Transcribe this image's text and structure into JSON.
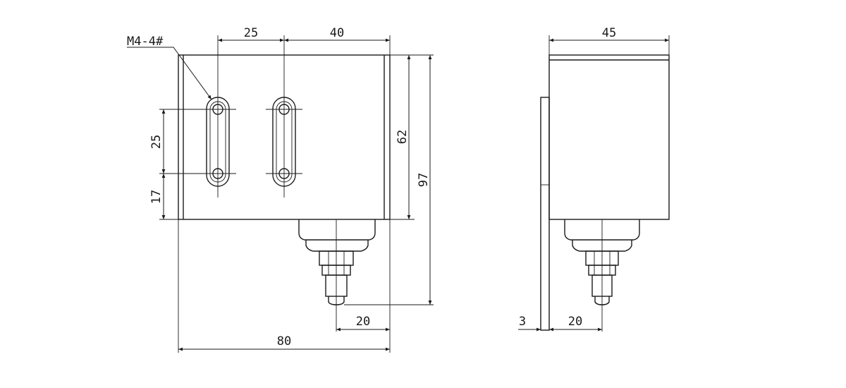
{
  "drawing": {
    "colors": {
      "line": "#1a1a1a",
      "background": "#ffffff"
    },
    "front_view": {
      "callout": "M4-4#",
      "dims": {
        "hole_spacing_a": "25",
        "hole_to_edge": "40",
        "slot_height": "25",
        "slot_bottom": "17",
        "body_height": "62",
        "total_height": "97",
        "stem_offset": "20",
        "total_width": "80"
      }
    },
    "side_view": {
      "dims": {
        "width": "45",
        "bracket_thickness": "3",
        "stem_offset": "20"
      }
    }
  }
}
